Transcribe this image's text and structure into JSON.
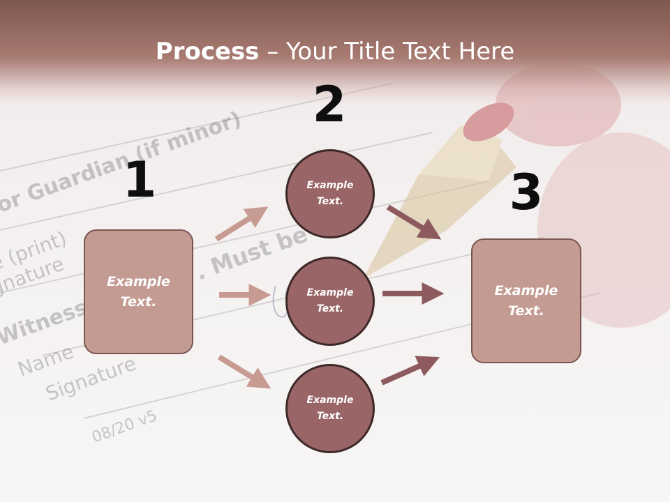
{
  "title": {
    "bold": "Process",
    "rest": " – Your Title Text Here"
  },
  "steps": [
    {
      "number": "1",
      "text_line1": "Example",
      "text_line2": "Text."
    },
    {
      "number": "2",
      "text_line1": "Example",
      "text_line2": "Text."
    },
    {
      "number": "3",
      "text_line1": "Example",
      "text_line2": "Text."
    }
  ],
  "circles": [
    {
      "text_line1": "Example",
      "text_line2": "Text."
    },
    {
      "text_line1": "Example",
      "text_line2": "Text."
    },
    {
      "text_line1": "Example",
      "text_line2": "Text."
    }
  ],
  "background_form": {
    "lines": [
      "or Guardian (if minor)",
      "e (print)",
      "gnature",
      "Witness",
      "Name",
      "Signature",
      "08/20 v5"
    ],
    "phrase": ". Must be"
  },
  "colors": {
    "band": "#a87b72",
    "box_fill": "#c39b92",
    "box_border": "#7a5651",
    "circle_fill": "#9a6567",
    "circle_border": "#3d2828",
    "arrow_light": "#c79b91",
    "arrow_dark": "#8d5a5e"
  }
}
